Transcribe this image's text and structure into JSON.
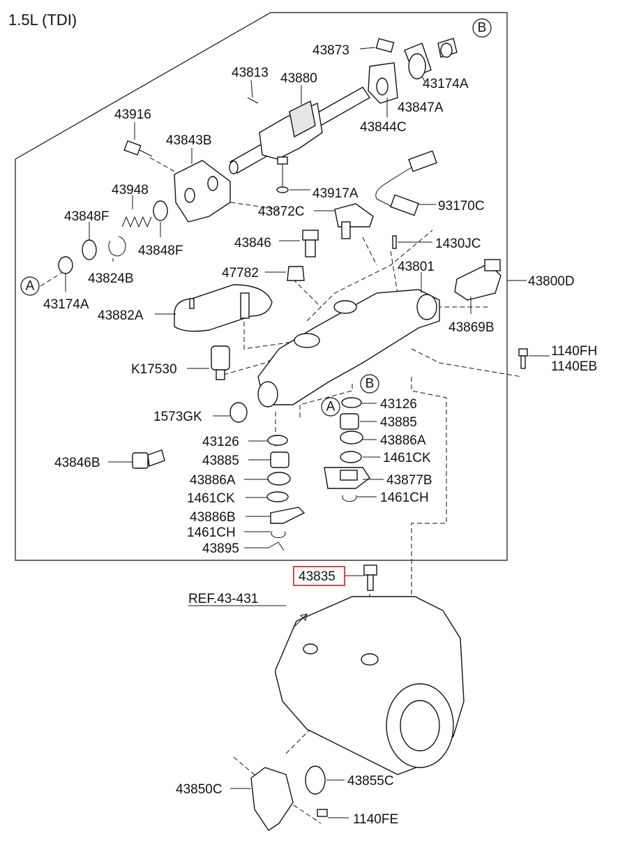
{
  "title": "1.5L (TDI)",
  "highlight_color": "#d9191c",
  "labels": {
    "p43873": "43873",
    "p43813": "43813",
    "p43880": "43880",
    "p43174A_top": "43174A",
    "p43847A": "43847A",
    "p43844C": "43844C",
    "p43916": "43916",
    "p43843B": "43843B",
    "p43917A": "43917A",
    "p43948": "43948",
    "p43848F_a": "43848F",
    "p43848F_b": "43848F",
    "p43872C": "43872C",
    "p93170C": "93170C",
    "p43846": "43846",
    "p1430JC": "1430JC",
    "p43824B": "43824B",
    "p43174A_left": "43174A",
    "p47782": "47782",
    "p43801": "43801",
    "p43800D": "43800D",
    "p43882A": "43882A",
    "p43869B": "43869B",
    "p1140FH": "1140FH",
    "p1140EB": "1140EB",
    "pK17530": "K17530",
    "p43126_r": "43126",
    "p1573GK": "1573GK",
    "p43885_r": "43885",
    "p43886A_r": "43886A",
    "p43126_l": "43126",
    "p1461CK_r": "1461CK",
    "p43846B": "43846B",
    "p43885_l": "43885",
    "p43877B": "43877B",
    "p43886A_l": "43886A",
    "p1461CH_r": "1461CH",
    "p1461CK_l": "1461CK",
    "p43886B": "43886B",
    "p1461CH_l": "1461CH",
    "p43895": "43895",
    "p43835": "43835",
    "pREF": "REF.43-431",
    "p43850C": "43850C",
    "p43855C": "43855C",
    "p1140FE": "1140FE"
  },
  "callouts": {
    "A": "A",
    "B": "B"
  }
}
